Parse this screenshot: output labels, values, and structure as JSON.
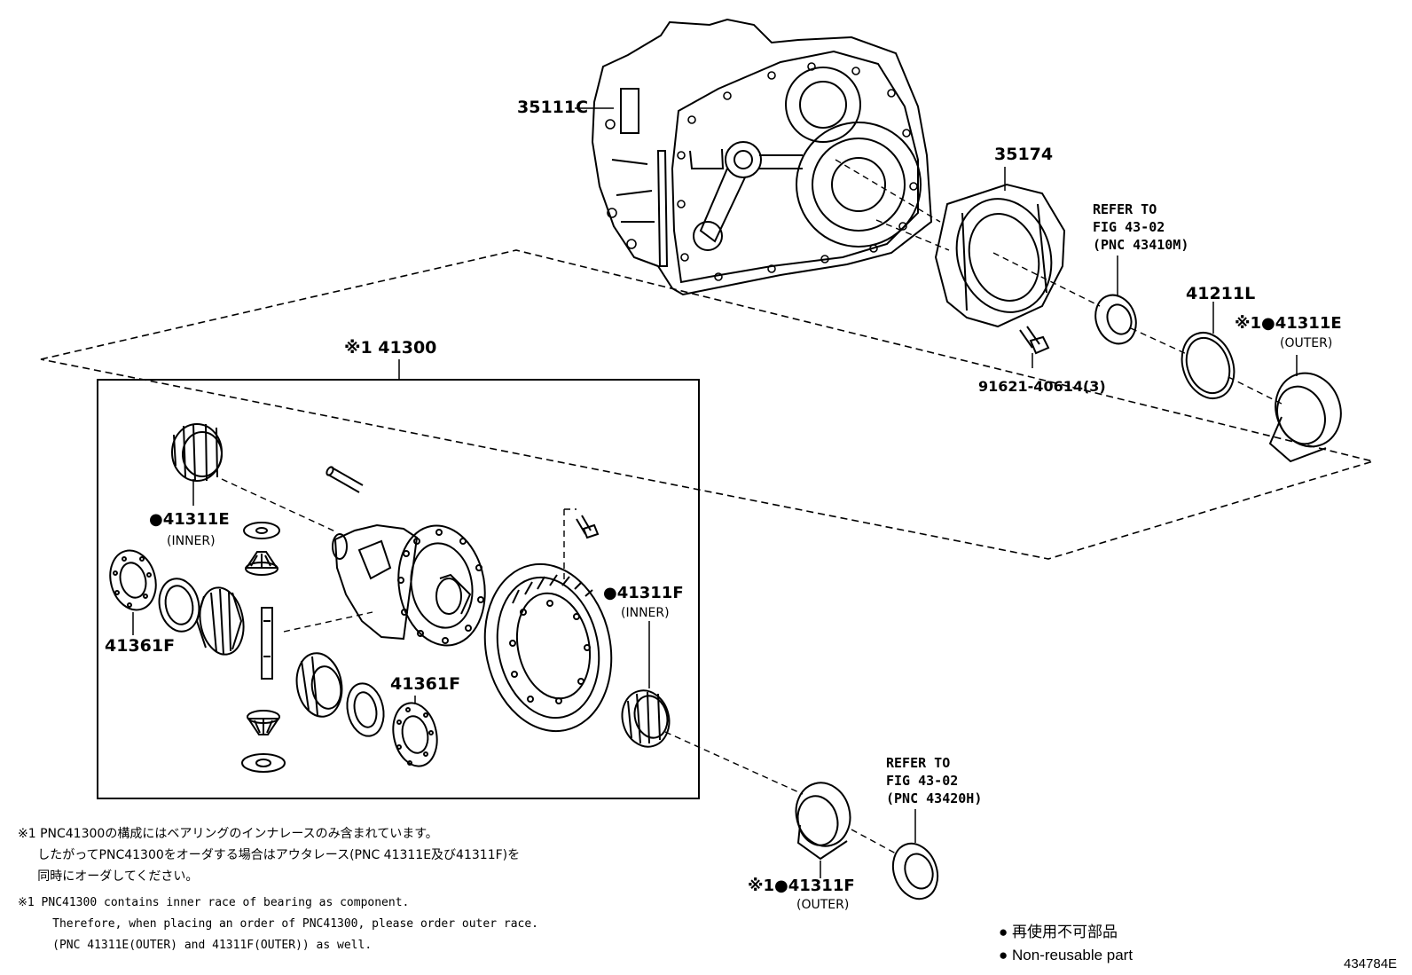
{
  "labels": {
    "p35111c": "35111C",
    "p35174": "35174",
    "p41211l": "41211L",
    "p91621": "91621-40614(3)",
    "p41300": "※1 41300",
    "p41311e_inner": "●41311E",
    "inner_e": "(INNER)",
    "p41361f_left": "41361F",
    "p41361f_right": "41361F",
    "p41311f_inner": "●41311F",
    "inner_f": "(INNER)",
    "p41311e_outer": "※1●41311E",
    "outer_e": "(OUTER)",
    "p41311f_outer": "※1●41311F",
    "outer_f": "(OUTER)"
  },
  "refs": {
    "top": "REFER TO\nFIG 43-02\n(PNC 43410M)",
    "bottom": "REFER TO\nFIG 43-02\n(PNC 43420H)"
  },
  "notes": {
    "jp": "※1 PNC41300の構成にはベアリングのインナレースのみ含まれています。\n     したがってPNC41300をオーダする場合はアウタレース(PNC 41311E及び41311F)を\n     同時にオーダしてください。",
    "en": "※1 PNC41300 contains inner race of bearing as component.\n     Therefore, when placing an order of PNC41300, please order outer race.\n     (PNC 41311E(OUTER) and 41311F(OUTER)) as well."
  },
  "legend": {
    "jp": "● 再使用不可部品",
    "en": "● Non-reusable part"
  },
  "figure_number": "434784E"
}
